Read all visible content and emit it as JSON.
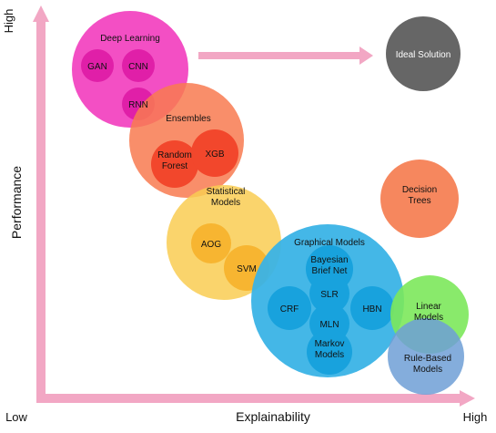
{
  "axes": {
    "y_label": "Performance",
    "x_label": "Explainability",
    "low_label": "Low",
    "x_high_label": "High",
    "y_high_label": "High"
  },
  "groups": {
    "deep_learning": {
      "title": "Deep Learning",
      "members": [
        "GAN",
        "CNN",
        "RNN"
      ]
    },
    "ensembles": {
      "title": "Ensembles",
      "members": [
        "Random\nForest",
        "XGB"
      ]
    },
    "statistical_models": {
      "title": "Statistical\nModels",
      "members": [
        "AOG",
        "SVM"
      ]
    },
    "graphical_models": {
      "title": "Graphical Models",
      "members": [
        "Bayesian\nBrief Net",
        "CRF",
        "SLR",
        "HBN",
        "MLN",
        "Markov\nModels"
      ]
    }
  },
  "standalone": {
    "ideal_solution": "Ideal Solution",
    "decision_trees": "Decision\nTrees",
    "linear_models": "Linear\nModels",
    "rule_based_models": "Rule-Based\nModels"
  },
  "colors": {
    "axis_pink": "#f2a7c4",
    "deep_learning": "#f23cbe",
    "deep_learning_inner": "#e01fa8",
    "ensembles": "#f87a50",
    "ensembles_inner": "#f2472c",
    "statistical": "#f9cc52",
    "statistical_inner": "#f7b531",
    "graphical": "#3ab3e6",
    "graphical_inner": "#18a2dd",
    "ideal": "#666666",
    "decision_trees": "#f6875e",
    "linear": "#7ce85b",
    "rule_based": "#6f9fd6"
  }
}
